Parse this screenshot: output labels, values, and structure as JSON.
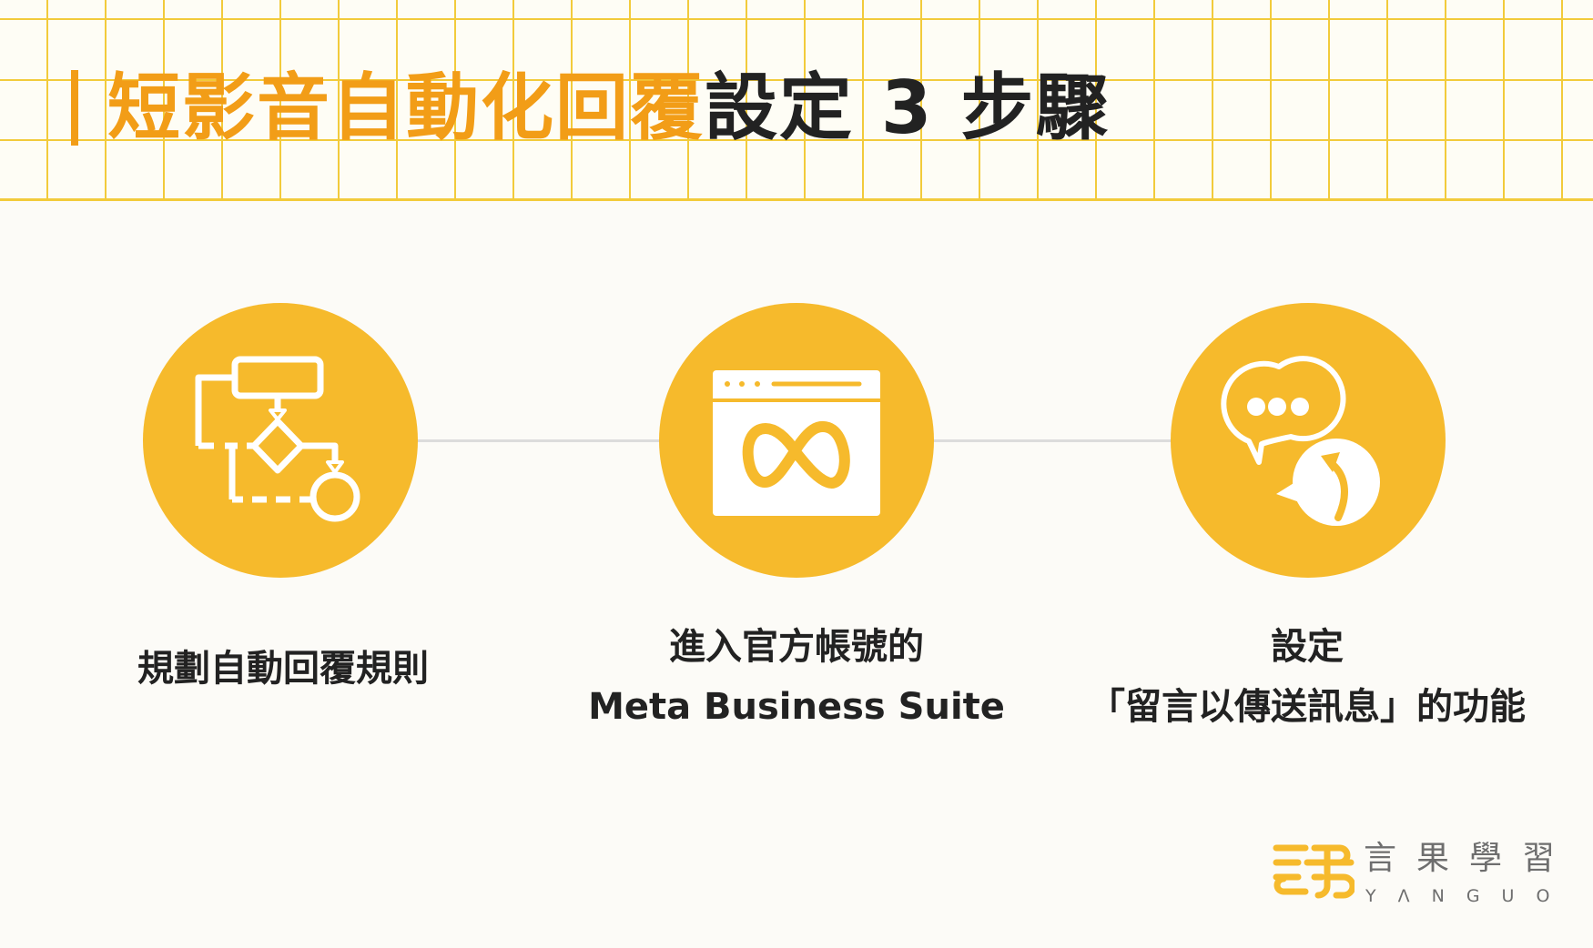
{
  "header": {
    "title_highlight": "短影音自動化回覆",
    "title_rest": "設定 3 步驟"
  },
  "steps": [
    {
      "icon": "flowchart-icon",
      "label_lines": [
        "規劃自動回覆規則"
      ]
    },
    {
      "icon": "meta-browser-icon",
      "label_lines": [
        "進入官方帳號的",
        "Meta Business Suite"
      ]
    },
    {
      "icon": "chat-reply-icon",
      "label_lines": [
        "設定",
        "「留言以傳送訊息」的功能"
      ]
    }
  ],
  "logo": {
    "name_cn": "言果學習",
    "name_en": "YΛNGUO"
  },
  "colors": {
    "accent_orange": "#F29D17",
    "circle_yellow": "#F6BA2C",
    "grid_line": "#F2CB3B",
    "background": "#FCFBF7",
    "text_dark": "#222222",
    "connector_gray": "#DCDCDC",
    "logo_gray": "#6E6E6E"
  }
}
